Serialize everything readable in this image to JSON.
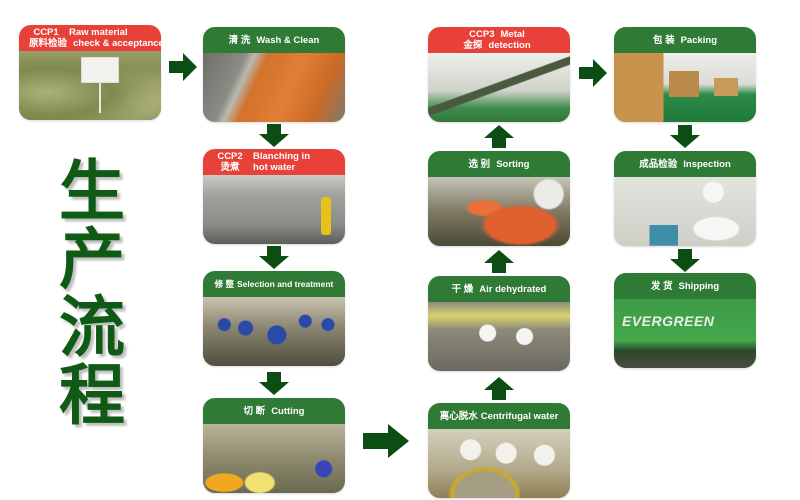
{
  "title": {
    "chars": [
      "生",
      "产",
      "流",
      "程"
    ],
    "color": "#0f5a14"
  },
  "colors": {
    "header_green": "#2f7a34",
    "header_red": "#e8413a",
    "arrow_green": "#0b4d12"
  },
  "steps": [
    {
      "id": "ccp1",
      "type": "ccp",
      "ccp_label": "CCP1",
      "cn": "原料检验",
      "en_line1": "Raw material",
      "en_line2": "check & acceptance",
      "photo": "raw-material-sacks"
    },
    {
      "id": "wash",
      "type": "normal",
      "cn": "清 洗",
      "en": "Wash & Clean",
      "photo": "carrot-washing-conveyor"
    },
    {
      "id": "ccp2",
      "type": "ccp",
      "ccp_label": "CCP2",
      "cn": "烫煮",
      "en_line1": "Blanching in",
      "en_line2": "hot water",
      "photo": "blanching-machine"
    },
    {
      "id": "selection",
      "type": "normal",
      "cn": "修 整",
      "en": "Selection and treatment",
      "photo": "workers-in-blue"
    },
    {
      "id": "cutting",
      "type": "normal",
      "cn": "切 断",
      "en": "Cutting",
      "photo": "cutting-line"
    },
    {
      "id": "centrifugal",
      "type": "normal",
      "cn": "离心脱水",
      "en": "Centrifugal water",
      "photo": "centrifuge-workers"
    },
    {
      "id": "dehydrated",
      "type": "normal",
      "cn": "干 燥",
      "en": "Air dehydrated",
      "photo": "drying-oven"
    },
    {
      "id": "sorting",
      "type": "normal",
      "cn": "选 别",
      "en": "Sorting",
      "photo": "sorting-carrots"
    },
    {
      "id": "ccp3",
      "type": "ccp",
      "ccp_label": "CCP3",
      "cn": "金探",
      "en_line1": "Metal",
      "en_line2": "detection",
      "photo": "metal-detector-line"
    },
    {
      "id": "packing",
      "type": "normal",
      "cn": "包 装",
      "en": "Packing",
      "photo": "warehouse-boxes"
    },
    {
      "id": "inspection",
      "type": "normal",
      "cn": "成品检验",
      "en": "Inspection",
      "photo": "lab-inspection"
    },
    {
      "id": "shipping",
      "type": "normal",
      "cn": "发 货",
      "en": "Shipping",
      "photo": "evergreen-container",
      "photo_text": "EVERGREEN"
    }
  ]
}
